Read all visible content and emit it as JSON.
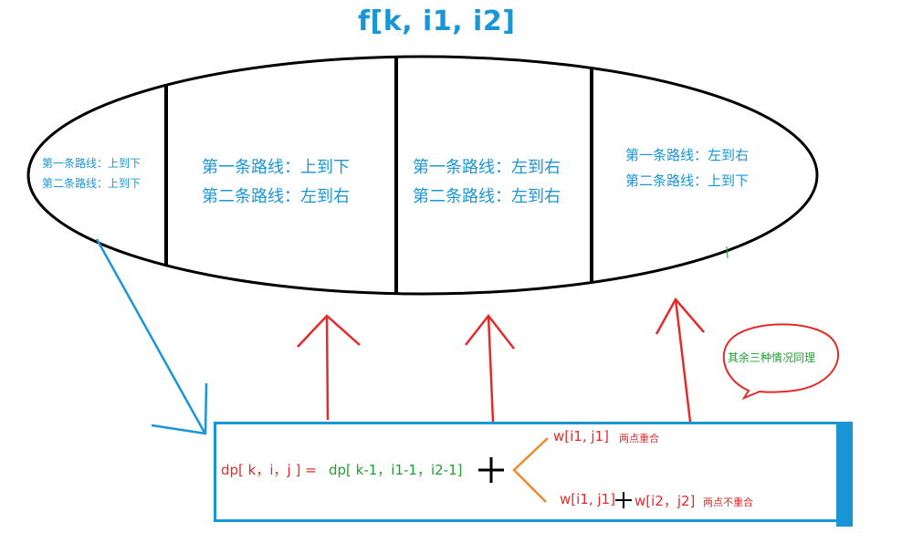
{
  "title": "f[k, i1, i2]",
  "segments": [
    {
      "line1": "第一条路线：上到下",
      "line2": "第二条路线：上到下"
    },
    {
      "line1": "第一条路线：上到下",
      "line2": "第二条路线：左到右"
    },
    {
      "line1": "第一条路线：左到右",
      "line2": "第二条路线：左到右"
    },
    {
      "line1": "第一条路线：左到右",
      "line2": "第二条路线：上到下"
    }
  ],
  "bubble": "其余三种情况同理",
  "formula": {
    "lhs": "dp[ k，i，j ] =",
    "rhs": "dp[ k-1，i1-1，i2-1]",
    "plus": "+",
    "case_same": "w[i1, j1]",
    "case_same_note": "两点重合",
    "case_diff_a": "w[i1, j1]",
    "case_diff_b": "w[i2，j2]",
    "case_diff_note": "两点不重合"
  },
  "colors": {
    "title": "#1a96d6",
    "label": "#1a96d6",
    "red": "#e32b2b",
    "green": "#1fa032",
    "orange": "#f08a2a",
    "blue": "#1a96d6",
    "black": "#000000"
  }
}
